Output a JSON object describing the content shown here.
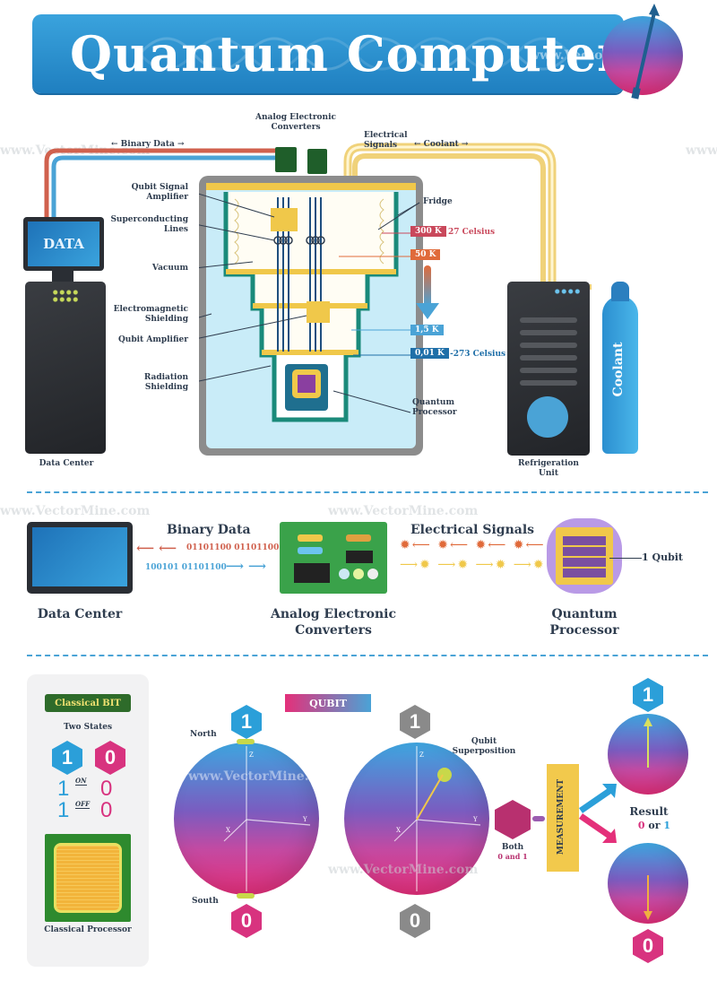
{
  "header": {
    "title": "Quantum Computer",
    "watermark": "www.VectorMine.com"
  },
  "section1": {
    "flow_labels": {
      "binary_data": "← Binary Data →",
      "coolant": "← Coolant →",
      "analog_converters": "Analog Electronic\nConverters",
      "electrical_signals": "Electrical\nSignals"
    },
    "left_labels": [
      "Qubit Signal Amplifier",
      "Superconducting Lines",
      "Vacuum",
      "Electromagnetic Shielding",
      "Qubit Amplifier",
      "Radiation Shielding"
    ],
    "right_labels": {
      "fridge": "Fridge",
      "quantum_processor": "Quantum Processor"
    },
    "temperatures": [
      {
        "kelvin": "300 K",
        "celsius": "27 Celsius",
        "color": "#c9485b"
      },
      {
        "kelvin": "50 K",
        "celsius": "",
        "color": "#e06a3a"
      },
      {
        "kelvin": "1,5 K",
        "celsius": "",
        "color": "#4aa3d6"
      },
      {
        "kelvin": "0,01 K",
        "celsius": "-273 Celsius",
        "color": "#1f6fa8"
      }
    ],
    "data_center": {
      "screen_text": "DATA",
      "label": "Data Center"
    },
    "refrigeration": {
      "label": "Refrigeration Unit",
      "tank_text": "Coolant"
    }
  },
  "section2": {
    "data_center_label": "Data Center",
    "binary_title": "Binary Data",
    "binary_out": "01101100 01101100",
    "binary_in": "100101 01101100",
    "converter_label": "Analog Electronic Converters",
    "signals_title": "Electrical Signals",
    "processor_label": "Quantum Processor",
    "qubit_callout": "1 Qubit"
  },
  "section3": {
    "classical": {
      "badge": "Classical BIT",
      "subtitle": "Two States",
      "states": [
        "1",
        "0"
      ],
      "on_label": "ON",
      "off_label": "OFF",
      "processor_label": "Classical Processor"
    },
    "qubit_badge": "QUBIT",
    "north": "North",
    "south": "South",
    "superposition": "Qubit Superposition",
    "both": "Both",
    "both_sub": "0 and 1",
    "measurement": "MEASUREMENT",
    "result": "Result",
    "result_sub_0": "0",
    "result_sub_or": "or",
    "result_sub_1": "1",
    "hex_values": {
      "one": "1",
      "zero": "0"
    },
    "axis": {
      "x": "X",
      "y": "Y",
      "z": "Z"
    }
  },
  "colors": {
    "blue": "#2b9fd9",
    "pink": "#d8337f",
    "yellow": "#f2c94c",
    "green": "#2f8a3a",
    "dark": "#2f3d4f"
  }
}
